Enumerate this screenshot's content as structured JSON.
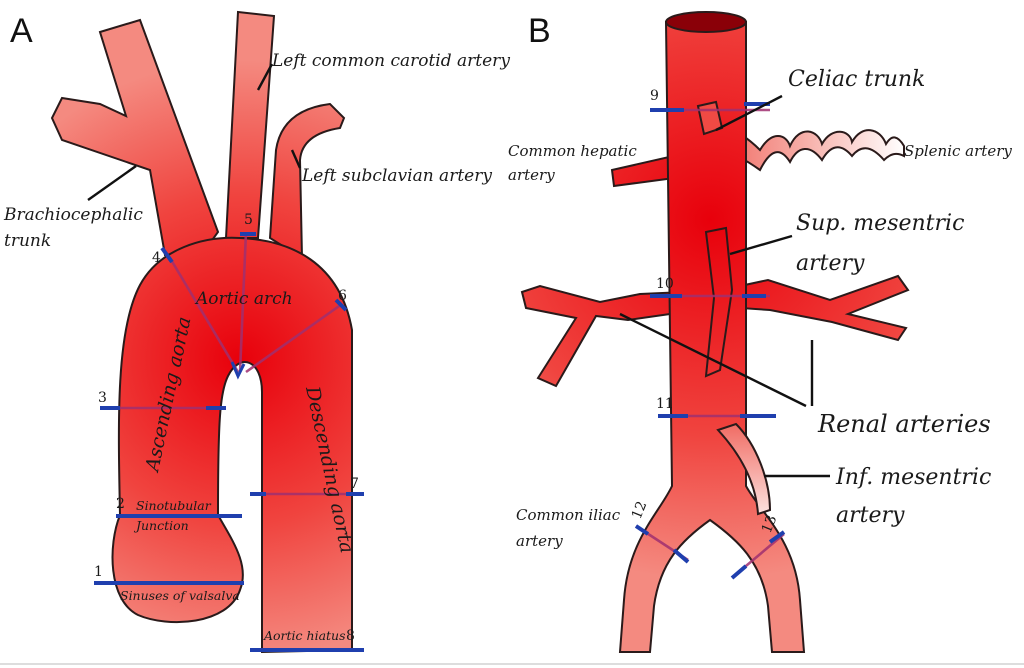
{
  "panels": {
    "a": {
      "letter": "A",
      "labels": {
        "left_common_carotid": "Left common carotid artery",
        "left_subclavian": "Left subclavian artery",
        "brachiocephalic_1": "Brachiocephalic",
        "brachiocephalic_2": "trunk",
        "aortic_arch": "Aortic arch",
        "ascending_aorta": "Ascending aorta",
        "descending_aorta": "Descending aorta",
        "sinotubular_1": "Sinotubular",
        "sinotubular_2": "Junction",
        "sinuses_valsalva": "Sinuses of valsalva",
        "aortic_hiatus": "Aortic hiatus"
      },
      "levels": [
        "1",
        "2",
        "3",
        "4",
        "5",
        "6",
        "7",
        "8"
      ]
    },
    "b": {
      "letter": "B",
      "labels": {
        "celiac_trunk": "Celiac trunk",
        "common_hepatic_1": "Common hepatic",
        "common_hepatic_2": "artery",
        "splenic": "Splenic artery",
        "sup_mesentric_1": "Sup. mesentric",
        "sup_mesentric_2": "artery",
        "renal": "Renal arteries",
        "inf_mesentric_1": "Inf. mesentric",
        "inf_mesentric_2": "artery",
        "common_iliac_1": "Common iliac",
        "common_iliac_2": "artery"
      },
      "levels": [
        "9",
        "10",
        "11",
        "12",
        "13"
      ]
    }
  },
  "colors": {
    "vessel_base": "#f06b63",
    "vessel_core": "#e8000b",
    "marker": "#1f3fae",
    "level_line": "#a03070"
  }
}
